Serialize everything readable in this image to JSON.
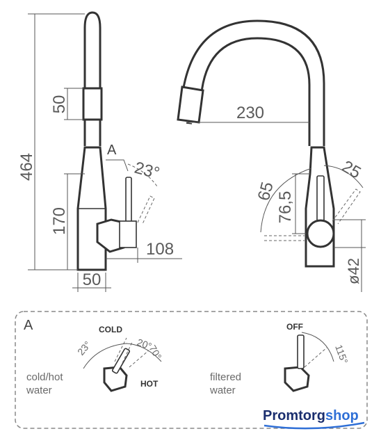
{
  "left_view": {
    "height_total": "464",
    "handle_length": "50",
    "base_height": "170",
    "lever_reach": "108",
    "base_width": "50",
    "callout": "A",
    "lever_angle": "23°"
  },
  "right_view": {
    "spout_reach": "230",
    "angle_65": "65",
    "dim_76_5": "76,5",
    "angle_25": "25",
    "diameter": "ø42"
  },
  "detail": {
    "label": "A",
    "cold_hot": {
      "line1": "cold/hot",
      "line2": "water",
      "cold": "COLD",
      "hot": "HOT",
      "angle_23": "23°",
      "angle_20": "20°",
      "angle_70": "70°"
    },
    "filtered": {
      "line1": "filtered",
      "line2": "water",
      "off": "OFF",
      "angle_115": "115°"
    }
  },
  "brand": {
    "part1": "Promtorg",
    "part2": "shop"
  },
  "colors": {
    "brand_dark": "#1a2e6e",
    "brand_light": "#2f6fd6",
    "line": "#333333"
  }
}
